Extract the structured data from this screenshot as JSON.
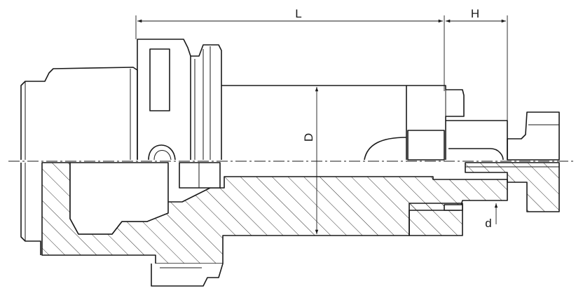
{
  "dimensions": {
    "L": "L",
    "H": "H",
    "D": "D",
    "d": "d"
  }
}
